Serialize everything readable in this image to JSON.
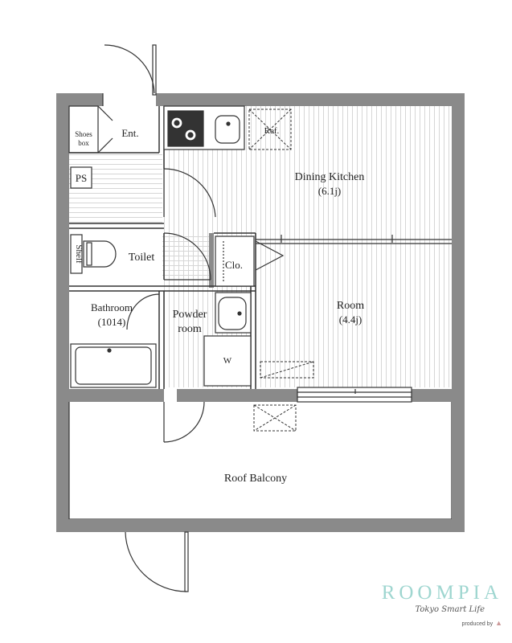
{
  "rooms": {
    "shoes_box_line1": "Shoes",
    "shoes_box_line2": "box",
    "entrance": "Ent.",
    "ps": "PS",
    "dining_kitchen": "Dining  Kitchen",
    "dining_kitchen_size": "(6.1j)",
    "refrigerator": "Ref.",
    "shelf": "Shelf",
    "toilet": "Toilet",
    "closet": "Clo.",
    "bathroom": "Bathroom",
    "bathroom_size": "(1014)",
    "powder_room_line1": "Powder",
    "powder_room_line2": "room",
    "washer": "W",
    "room": "Room",
    "room_size": "(4.4j)",
    "roof_balcony": "Roof Balcony"
  },
  "brand": {
    "name": "ROOMPIA",
    "tagline": "Tokyo Smart Life",
    "produced": "produced by"
  },
  "colors": {
    "wall": "#8a8a8a",
    "line": "#333333",
    "brand": "#9fd6d0"
  }
}
